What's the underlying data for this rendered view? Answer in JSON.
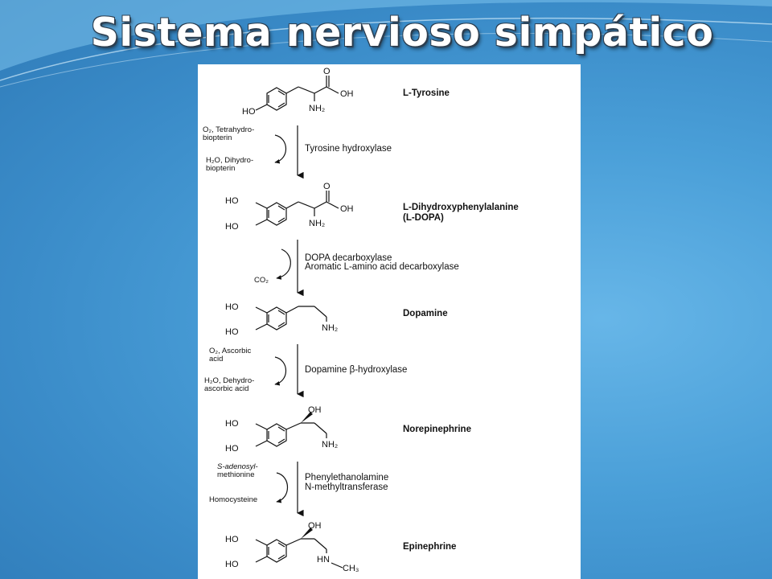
{
  "slide": {
    "title": "Sistema nervioso simpático"
  },
  "pathway": {
    "compounds": [
      {
        "name": "L-Tyrosine",
        "name_line2": ""
      },
      {
        "name": "L-Dihydroxyphenylalanine",
        "name_line2": "(L-DOPA)"
      },
      {
        "name": "Dopamine",
        "name_line2": ""
      },
      {
        "name": "Norepinephrine",
        "name_line2": ""
      },
      {
        "name": "Epinephrine",
        "name_line2": ""
      }
    ],
    "steps": [
      {
        "enzyme": [
          "Tyrosine hydroxylase",
          ""
        ],
        "cofactors_in": [
          "O₂, Tetrahydro-",
          "biopterin"
        ],
        "cofactors_out": [
          "H₂O, Dihydro-",
          "biopterin"
        ]
      },
      {
        "enzyme": [
          "DOPA decarboxylase",
          "Aromatic L-amino acid decarboxylase"
        ],
        "cofactors_in": [
          "",
          ""
        ],
        "cofactors_out": [
          "CO₂",
          ""
        ]
      },
      {
        "enzyme": [
          "Dopamine β-hydroxylase",
          ""
        ],
        "cofactors_in": [
          "O₂, Ascorbic",
          "acid"
        ],
        "cofactors_out": [
          "H₂O, Dehydro-",
          "ascorbic acid"
        ]
      },
      {
        "enzyme": [
          "Phenylethanolamine",
          "N-methyltransferase"
        ],
        "cofactors_in": [
          "S-adenosyl-",
          "methionine"
        ],
        "cofactors_out": [
          "Homocysteine",
          ""
        ]
      }
    ],
    "atom_labels": {
      "ho": "HO",
      "oh": "OH",
      "o": "O",
      "nh2": "NH₂",
      "hn": "HN",
      "ch3": "CH₃"
    }
  }
}
